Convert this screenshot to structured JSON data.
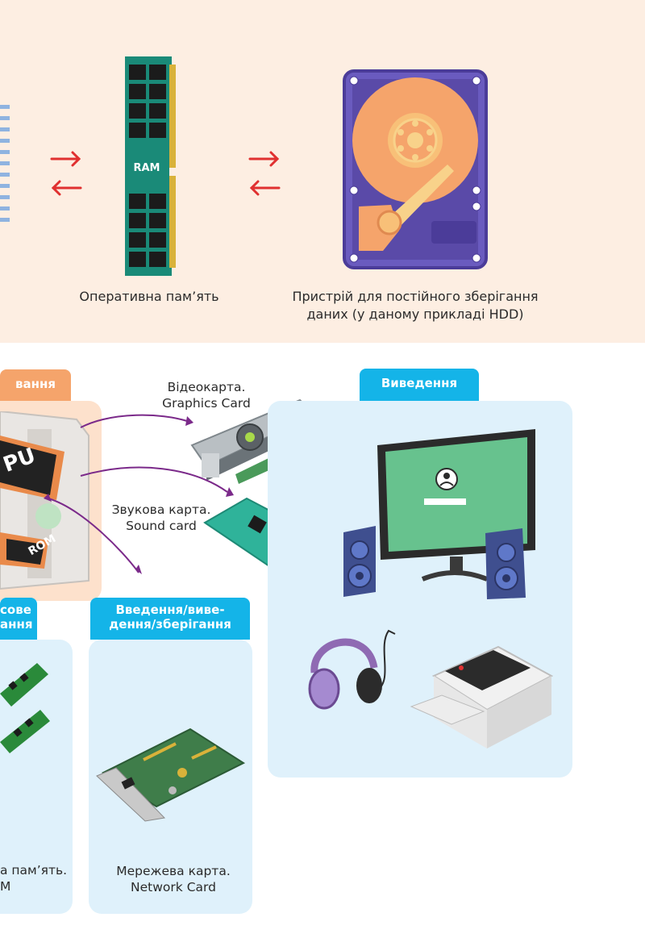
{
  "top": {
    "ram_chip_label": "RAM",
    "ram_caption": "Оперативна пам’ять",
    "hdd_caption_line1": "Пристрій для постійного зберігання",
    "hdd_caption_line2": "даних (у даному прикладі HDD)"
  },
  "processing": {
    "tab_label": "вання",
    "cpu_chip_label": "PU",
    "rom_chip_label": "ROM"
  },
  "cards": {
    "graphics_line1": "Відеокарта.",
    "graphics_line2": "Graphics Card",
    "sound_line1": "Звукова карта.",
    "sound_line2": "Sound card"
  },
  "output": {
    "tab_label": "Виведення"
  },
  "storage": {
    "tab_line1": "сове",
    "tab_line2": "ання",
    "caption_line1": "а пам’ять.",
    "caption_line2": "M"
  },
  "io": {
    "tab_line1": "Введення/виве-",
    "tab_line2": "дення/зберігання",
    "caption_line1": "Мережева карта.",
    "caption_line2": "Network Card"
  },
  "colors": {
    "accent_blue": "#14b4e8",
    "accent_orange": "#f5a46b",
    "arrow_red": "#e03030",
    "arrow_purple": "#7b2a8a",
    "ram_green": "#1a8a78"
  }
}
